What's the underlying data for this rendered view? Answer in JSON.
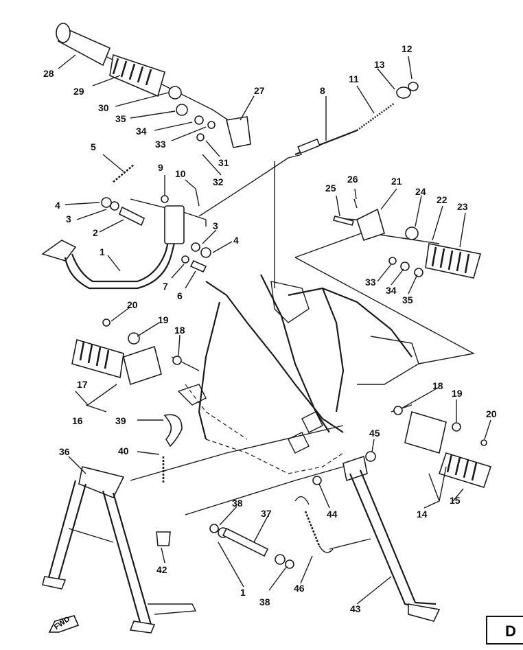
{
  "diagram": {
    "callouts": [
      {
        "id": "c1a",
        "text": "1"
      },
      {
        "id": "c1b",
        "text": "1"
      },
      {
        "id": "c2",
        "text": "2"
      },
      {
        "id": "c3a",
        "text": "3"
      },
      {
        "id": "c3b",
        "text": "3"
      },
      {
        "id": "c4a",
        "text": "4"
      },
      {
        "id": "c4b",
        "text": "4"
      },
      {
        "id": "c5",
        "text": "5"
      },
      {
        "id": "c6",
        "text": "6"
      },
      {
        "id": "c7",
        "text": "7"
      },
      {
        "id": "c8",
        "text": "8"
      },
      {
        "id": "c9",
        "text": "9"
      },
      {
        "id": "c10",
        "text": "10"
      },
      {
        "id": "c11",
        "text": "11"
      },
      {
        "id": "c12",
        "text": "12"
      },
      {
        "id": "c13",
        "text": "13"
      },
      {
        "id": "c14",
        "text": "14"
      },
      {
        "id": "c15",
        "text": "15"
      },
      {
        "id": "c16",
        "text": "16"
      },
      {
        "id": "c17",
        "text": "17"
      },
      {
        "id": "c18a",
        "text": "18"
      },
      {
        "id": "c18b",
        "text": "18"
      },
      {
        "id": "c19a",
        "text": "19"
      },
      {
        "id": "c19b",
        "text": "19"
      },
      {
        "id": "c20a",
        "text": "20"
      },
      {
        "id": "c20b",
        "text": "20"
      },
      {
        "id": "c21",
        "text": "21"
      },
      {
        "id": "c22",
        "text": "22"
      },
      {
        "id": "c23",
        "text": "23"
      },
      {
        "id": "c24",
        "text": "24"
      },
      {
        "id": "c25",
        "text": "25"
      },
      {
        "id": "c26",
        "text": "26"
      },
      {
        "id": "c27",
        "text": "27"
      },
      {
        "id": "c28",
        "text": "28"
      },
      {
        "id": "c29",
        "text": "29"
      },
      {
        "id": "c30",
        "text": "30"
      },
      {
        "id": "c31",
        "text": "31"
      },
      {
        "id": "c32",
        "text": "32"
      },
      {
        "id": "c33a",
        "text": "33"
      },
      {
        "id": "c33b",
        "text": "33"
      },
      {
        "id": "c34a",
        "text": "34"
      },
      {
        "id": "c34b",
        "text": "34"
      },
      {
        "id": "c35a",
        "text": "35"
      },
      {
        "id": "c35b",
        "text": "35"
      },
      {
        "id": "c36",
        "text": "36"
      },
      {
        "id": "c37",
        "text": "37"
      },
      {
        "id": "c38a",
        "text": "38"
      },
      {
        "id": "c38b",
        "text": "38"
      },
      {
        "id": "c39",
        "text": "39"
      },
      {
        "id": "c40",
        "text": "40"
      },
      {
        "id": "c42",
        "text": "42"
      },
      {
        "id": "c43",
        "text": "43"
      },
      {
        "id": "c44",
        "text": "44"
      },
      {
        "id": "c45",
        "text": "45"
      },
      {
        "id": "c46",
        "text": "46"
      }
    ],
    "fwd_label": "FWD",
    "page_tag": "D"
  }
}
